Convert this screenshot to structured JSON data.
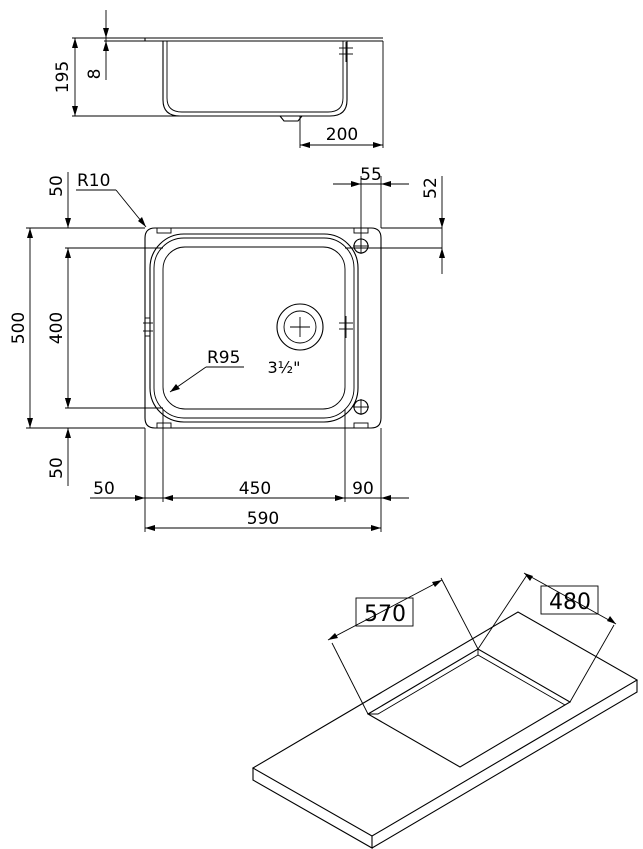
{
  "dimensions": {
    "side_height": "195",
    "side_rim": "8",
    "side_outlet": "200",
    "top_margin": "50",
    "corner_radius": "R10",
    "tap_offset_x": "55",
    "tap_offset_y": "52",
    "overall_depth": "500",
    "bowl_depth": "400",
    "bottom_margin": "50",
    "bowl_radius": "R95",
    "waste_size": "3½\"",
    "left_margin": "50",
    "bowl_width": "450",
    "right_margin": "90",
    "overall_width": "590",
    "cutout_width": "570",
    "cutout_depth": "480"
  }
}
